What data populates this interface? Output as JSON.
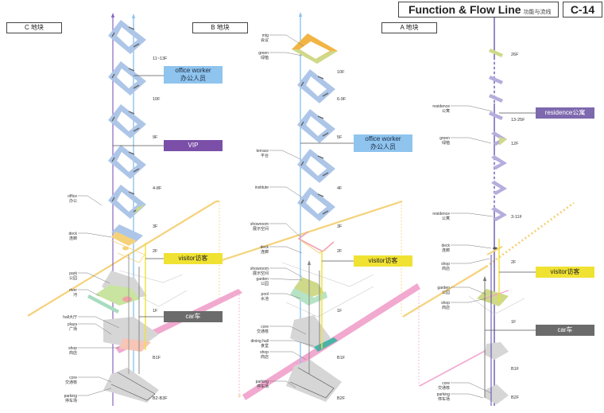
{
  "header": {
    "title": "Function & Flow Line",
    "title_cn": "功能与流线",
    "sheet_code": "C-14"
  },
  "colors": {
    "office_blue": "#8ec4ee",
    "vip_purple": "#7b4fa8",
    "residence_purple": "#7e68ae",
    "visitor_yellow": "#f0e233",
    "car_gray": "#6b6b6b",
    "floor_blue": "#adc6e8",
    "residence_floor": "#b5addd",
    "green_floor": "#cfd98a",
    "orange_floor": "#f2b545",
    "pink_path": "#f2a9cf",
    "gold_path": "#f5d27a",
    "ground_gray": "#d6d6d6",
    "park_green": "#c8e4a0",
    "pool_green": "#b7e3c5",
    "teal": "#49b3a8"
  },
  "blocks": [
    {
      "id": "C",
      "label": "C 地块",
      "roles": [
        {
          "key": "office",
          "line1": "office worker",
          "line2": "办公人员"
        },
        {
          "key": "vip",
          "line1": "VIP",
          "line2": ""
        },
        {
          "key": "visitor",
          "line1": "visitor访客",
          "line2": ""
        },
        {
          "key": "car",
          "line1": "car车",
          "line2": ""
        }
      ],
      "floors": [
        "11~13F",
        "10F",
        "9F",
        "4-8F",
        "3F",
        "2F",
        "1F",
        "B1F",
        "B2-B3F"
      ],
      "tags": [
        {
          "en": "office",
          "cn": "办公"
        },
        {
          "en": "deck",
          "cn": "连廊"
        },
        {
          "en": "park",
          "cn": "公园"
        },
        {
          "en": "river",
          "cn": "河"
        },
        {
          "en": "hall大厅",
          "cn": ""
        },
        {
          "en": "plaza",
          "cn": "广场"
        },
        {
          "en": "shop",
          "cn": "商店"
        },
        {
          "en": "core",
          "cn": "交通核"
        },
        {
          "en": "parking",
          "cn": "停车场"
        }
      ]
    },
    {
      "id": "B",
      "label": "B 地块",
      "roles": [
        {
          "key": "office",
          "line1": "office worker",
          "line2": "办公人员"
        },
        {
          "key": "visitor",
          "line1": "visitor访客",
          "line2": ""
        }
      ],
      "floors": [
        "10F",
        "6-9F",
        "5F",
        "4F",
        "3F",
        "2F",
        "1F",
        "B1F",
        "B2F"
      ],
      "tags": [
        {
          "en": "mtg",
          "cn": "会议"
        },
        {
          "en": "green",
          "cn": "绿植"
        },
        {
          "en": "terrace",
          "cn": "平台"
        },
        {
          "en": "institute",
          "cn": ""
        },
        {
          "en": "showroom",
          "cn": "展示空间"
        },
        {
          "en": "deck",
          "cn": "连廊"
        },
        {
          "en": "showroom",
          "cn": "展示空间"
        },
        {
          "en": "garden",
          "cn": "公园"
        },
        {
          "en": "pool",
          "cn": "水池"
        },
        {
          "en": "core",
          "cn": "交通核"
        },
        {
          "en": "dining hall",
          "cn": "食堂"
        },
        {
          "en": "shop",
          "cn": "商店"
        },
        {
          "en": "parking",
          "cn": "停车场"
        }
      ]
    },
    {
      "id": "A",
      "label": "A 地块",
      "roles": [
        {
          "key": "residence",
          "line1": "residence公寓",
          "line2": ""
        },
        {
          "key": "visitor",
          "line1": "visitor访客",
          "line2": ""
        },
        {
          "key": "car",
          "line1": "car车",
          "line2": ""
        }
      ],
      "floors": [
        "26F",
        "13-25F",
        "12F",
        "3-11F",
        "2F",
        "1F",
        "B1F",
        "B2F"
      ],
      "tags": [
        {
          "en": "residence",
          "cn": "公寓"
        },
        {
          "en": "green",
          "cn": "绿植"
        },
        {
          "en": "residence",
          "cn": "公寓"
        },
        {
          "en": "deck",
          "cn": "连廊"
        },
        {
          "en": "shop",
          "cn": "商店"
        },
        {
          "en": "garden",
          "cn": "公园"
        },
        {
          "en": "shop",
          "cn": "商店"
        },
        {
          "en": "core",
          "cn": "交通核"
        },
        {
          "en": "parking",
          "cn": "停车场"
        }
      ]
    }
  ]
}
